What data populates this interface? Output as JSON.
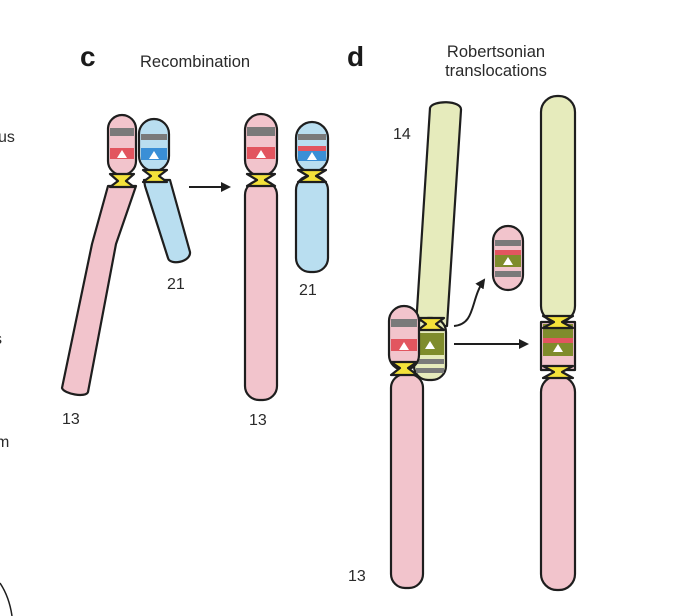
{
  "panels": {
    "c": {
      "letter": "c",
      "title": "Recombination"
    },
    "d": {
      "letter": "d",
      "title_line1": "Robertsonian",
      "title_line2": "translocations"
    }
  },
  "left_edge_fragments": [
    "us",
    "s",
    "m"
  ],
  "labels": {
    "c_13_before": "13",
    "c_21_before": "21",
    "c_13_after": "13",
    "c_21_after": "21",
    "d_14": "14",
    "d_13": "13"
  },
  "colors": {
    "chr13": "#f2c4cc",
    "chr21": "#b9def0",
    "chr14": "#e6ebbc",
    "centromere": "#f4e23a",
    "band_red": "#e2555f",
    "band_blue": "#3a8fd6",
    "band_olive": "#7f8c2c",
    "band_gray": "#7a7a7a",
    "arrow": "#1e1e1e"
  },
  "icons": [
    "arrow-right-icon",
    "curved-arrow-icon",
    "centromere-triangle-icon"
  ]
}
